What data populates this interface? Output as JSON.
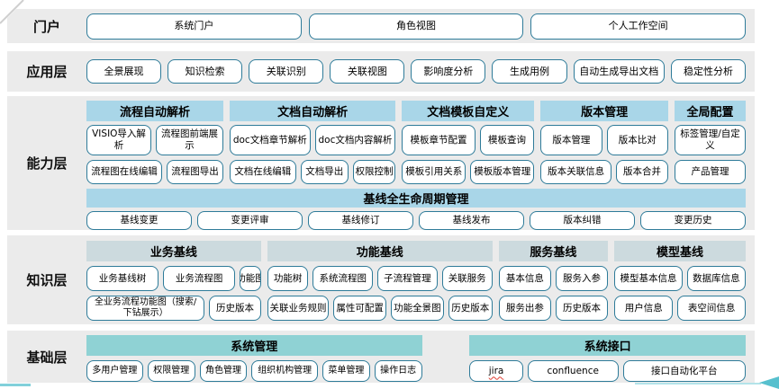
{
  "colors": {
    "band_bg": "#ebebeb",
    "box_border": "#2e7b99",
    "header_light_blue": "#a9d6e8",
    "header_gray_blue": "#ccdade",
    "header_teal": "#8fd2d4",
    "arrow_teal": "#57c0ce",
    "spellcheck_red": "#e03c31"
  },
  "portal": {
    "label": "门户",
    "items": [
      "系统门户",
      "角色视图",
      "个人工作空间"
    ]
  },
  "application": {
    "label": "应用层",
    "items": [
      "全景展现",
      "知识检索",
      "关联识别",
      "关联视图",
      "影响度分析",
      "生成用例",
      "自动生成导出文档",
      "稳定性分析"
    ]
  },
  "capability": {
    "label": "能力层",
    "groups": [
      {
        "header": "流程自动解析",
        "rows": [
          [
            "VISIO导入解析",
            "流程图前端展示"
          ],
          [
            "流程图在线编辑",
            "流程图导出"
          ]
        ]
      },
      {
        "header": "文档自动解析",
        "rows": [
          [
            "doc文档章节解析",
            "doc文档内容解析"
          ],
          [
            "文档在线编辑",
            "文档导出",
            "权限控制"
          ]
        ]
      },
      {
        "header": "文档模板自定义",
        "rows": [
          [
            "模板章节配置",
            "模板查询"
          ],
          [
            "模板引用关系",
            "模板版本管理"
          ]
        ]
      },
      {
        "header": "版本管理",
        "rows": [
          [
            "版本管理",
            "版本比对"
          ],
          [
            "版本关联信息",
            "版本合并"
          ]
        ]
      },
      {
        "header": "全局配置",
        "rows": [
          [
            "标签管理/自定义"
          ],
          [
            "产品管理"
          ]
        ]
      }
    ],
    "baseline": {
      "header": "基线全生命周期管理",
      "items": [
        "基线变更",
        "变更评审",
        "基线修订",
        "基线发布",
        "版本纠错",
        "变更历史"
      ]
    }
  },
  "knowledge": {
    "label": "知识层",
    "groups": [
      {
        "header": "业务基线",
        "rows": [
          [
            "业务基线树",
            "业务流程图",
            "功能图"
          ],
          [
            "全业务流程功能图（搜索/下钻展示）",
            "历史版本"
          ]
        ]
      },
      {
        "header": "功能基线",
        "rows": [
          [
            "功能树",
            "系统流程图",
            "子流程管理",
            "关联服务"
          ],
          [
            "关联业务规则",
            "属性可配置",
            "功能全景图",
            "历史版本"
          ]
        ]
      },
      {
        "header": "服务基线",
        "rows": [
          [
            "基本信息",
            "服务入参"
          ],
          [
            "服务出参",
            "历史版本"
          ]
        ]
      },
      {
        "header": "模型基线",
        "rows": [
          [
            "模型基本信息",
            "数据库信息"
          ],
          [
            "用户信息",
            "表空间信息"
          ]
        ]
      }
    ]
  },
  "foundation": {
    "label": "基础层",
    "groups": [
      {
        "header": "系统管理",
        "items": [
          "多用户管理",
          "权限管理",
          "角色管理",
          "组织机构管理",
          "菜单管理",
          "操作日志"
        ]
      },
      {
        "header": "系统接口",
        "items": [
          "jira",
          "confluence",
          "接口自动化平台"
        ]
      }
    ]
  }
}
